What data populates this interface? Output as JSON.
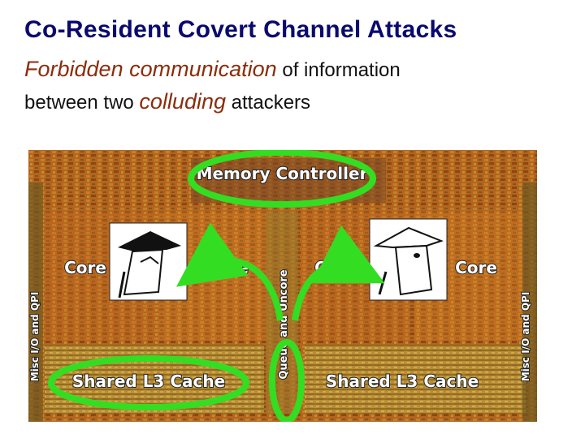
{
  "slide": {
    "title": "Co-Resident Covert Channel Attacks",
    "subtitle_line1_em": "Forbidden communication",
    "subtitle_line1_rest": " of information",
    "subtitle_line2_pre": "between two ",
    "subtitle_line2_em": "colluding",
    "subtitle_line2_rest": " attackers"
  },
  "die": {
    "memory_controller": "Memory Controller",
    "cores": [
      "Core",
      "Core",
      "Core",
      "Core"
    ],
    "queue_uncore": "Queue and Uncore",
    "shared_cache_left": "Shared L3 Cache",
    "shared_cache_right": "Shared L3 Cache",
    "misc_left": "Misc I/O and QPI",
    "misc_right": "Misc I/O and QPI"
  },
  "colors": {
    "title": "#0a0a6e",
    "emphasis": "#8b2d0c",
    "highlight": "#33dd22",
    "die_base": "#b86a1e"
  },
  "icons": [
    "spy-white-hat-icon",
    "spy-black-hat-icon",
    "arrow-icon"
  ]
}
